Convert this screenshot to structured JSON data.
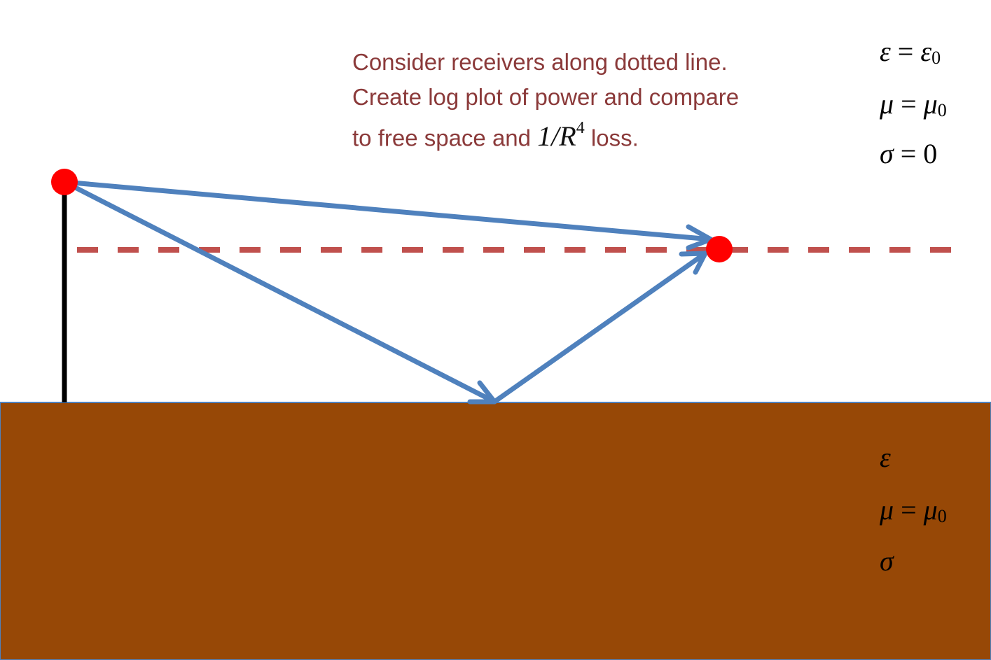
{
  "instructions": {
    "line1": "Consider receivers along dotted line.",
    "line2": "Create log plot of power and compare",
    "line3_pre": "to free space and",
    "line3_math": "1/R",
    "line3_exp": "4",
    "line3_post": " loss."
  },
  "air": {
    "eps_sym": "ε",
    "eps_eq": " = ",
    "eps_val": "ε",
    "eps_sub": "0",
    "mu_sym": "μ",
    "mu_eq": " = ",
    "mu_val": "μ",
    "mu_sub": "0",
    "sigma_sym": "σ",
    "sigma_eq": " = ",
    "sigma_val": "0"
  },
  "ground": {
    "eps_sym": "ε",
    "mu_sym": "μ",
    "mu_eq": " = ",
    "mu_val": "μ",
    "mu_sub": "0",
    "sigma_sym": "σ"
  },
  "colors": {
    "ground": "#974806",
    "ray": "#4f81bd",
    "dashed_line": "#c0504d",
    "endpoint": "#ff0000",
    "antenna": "#000000",
    "text": "#8b3a3a"
  }
}
